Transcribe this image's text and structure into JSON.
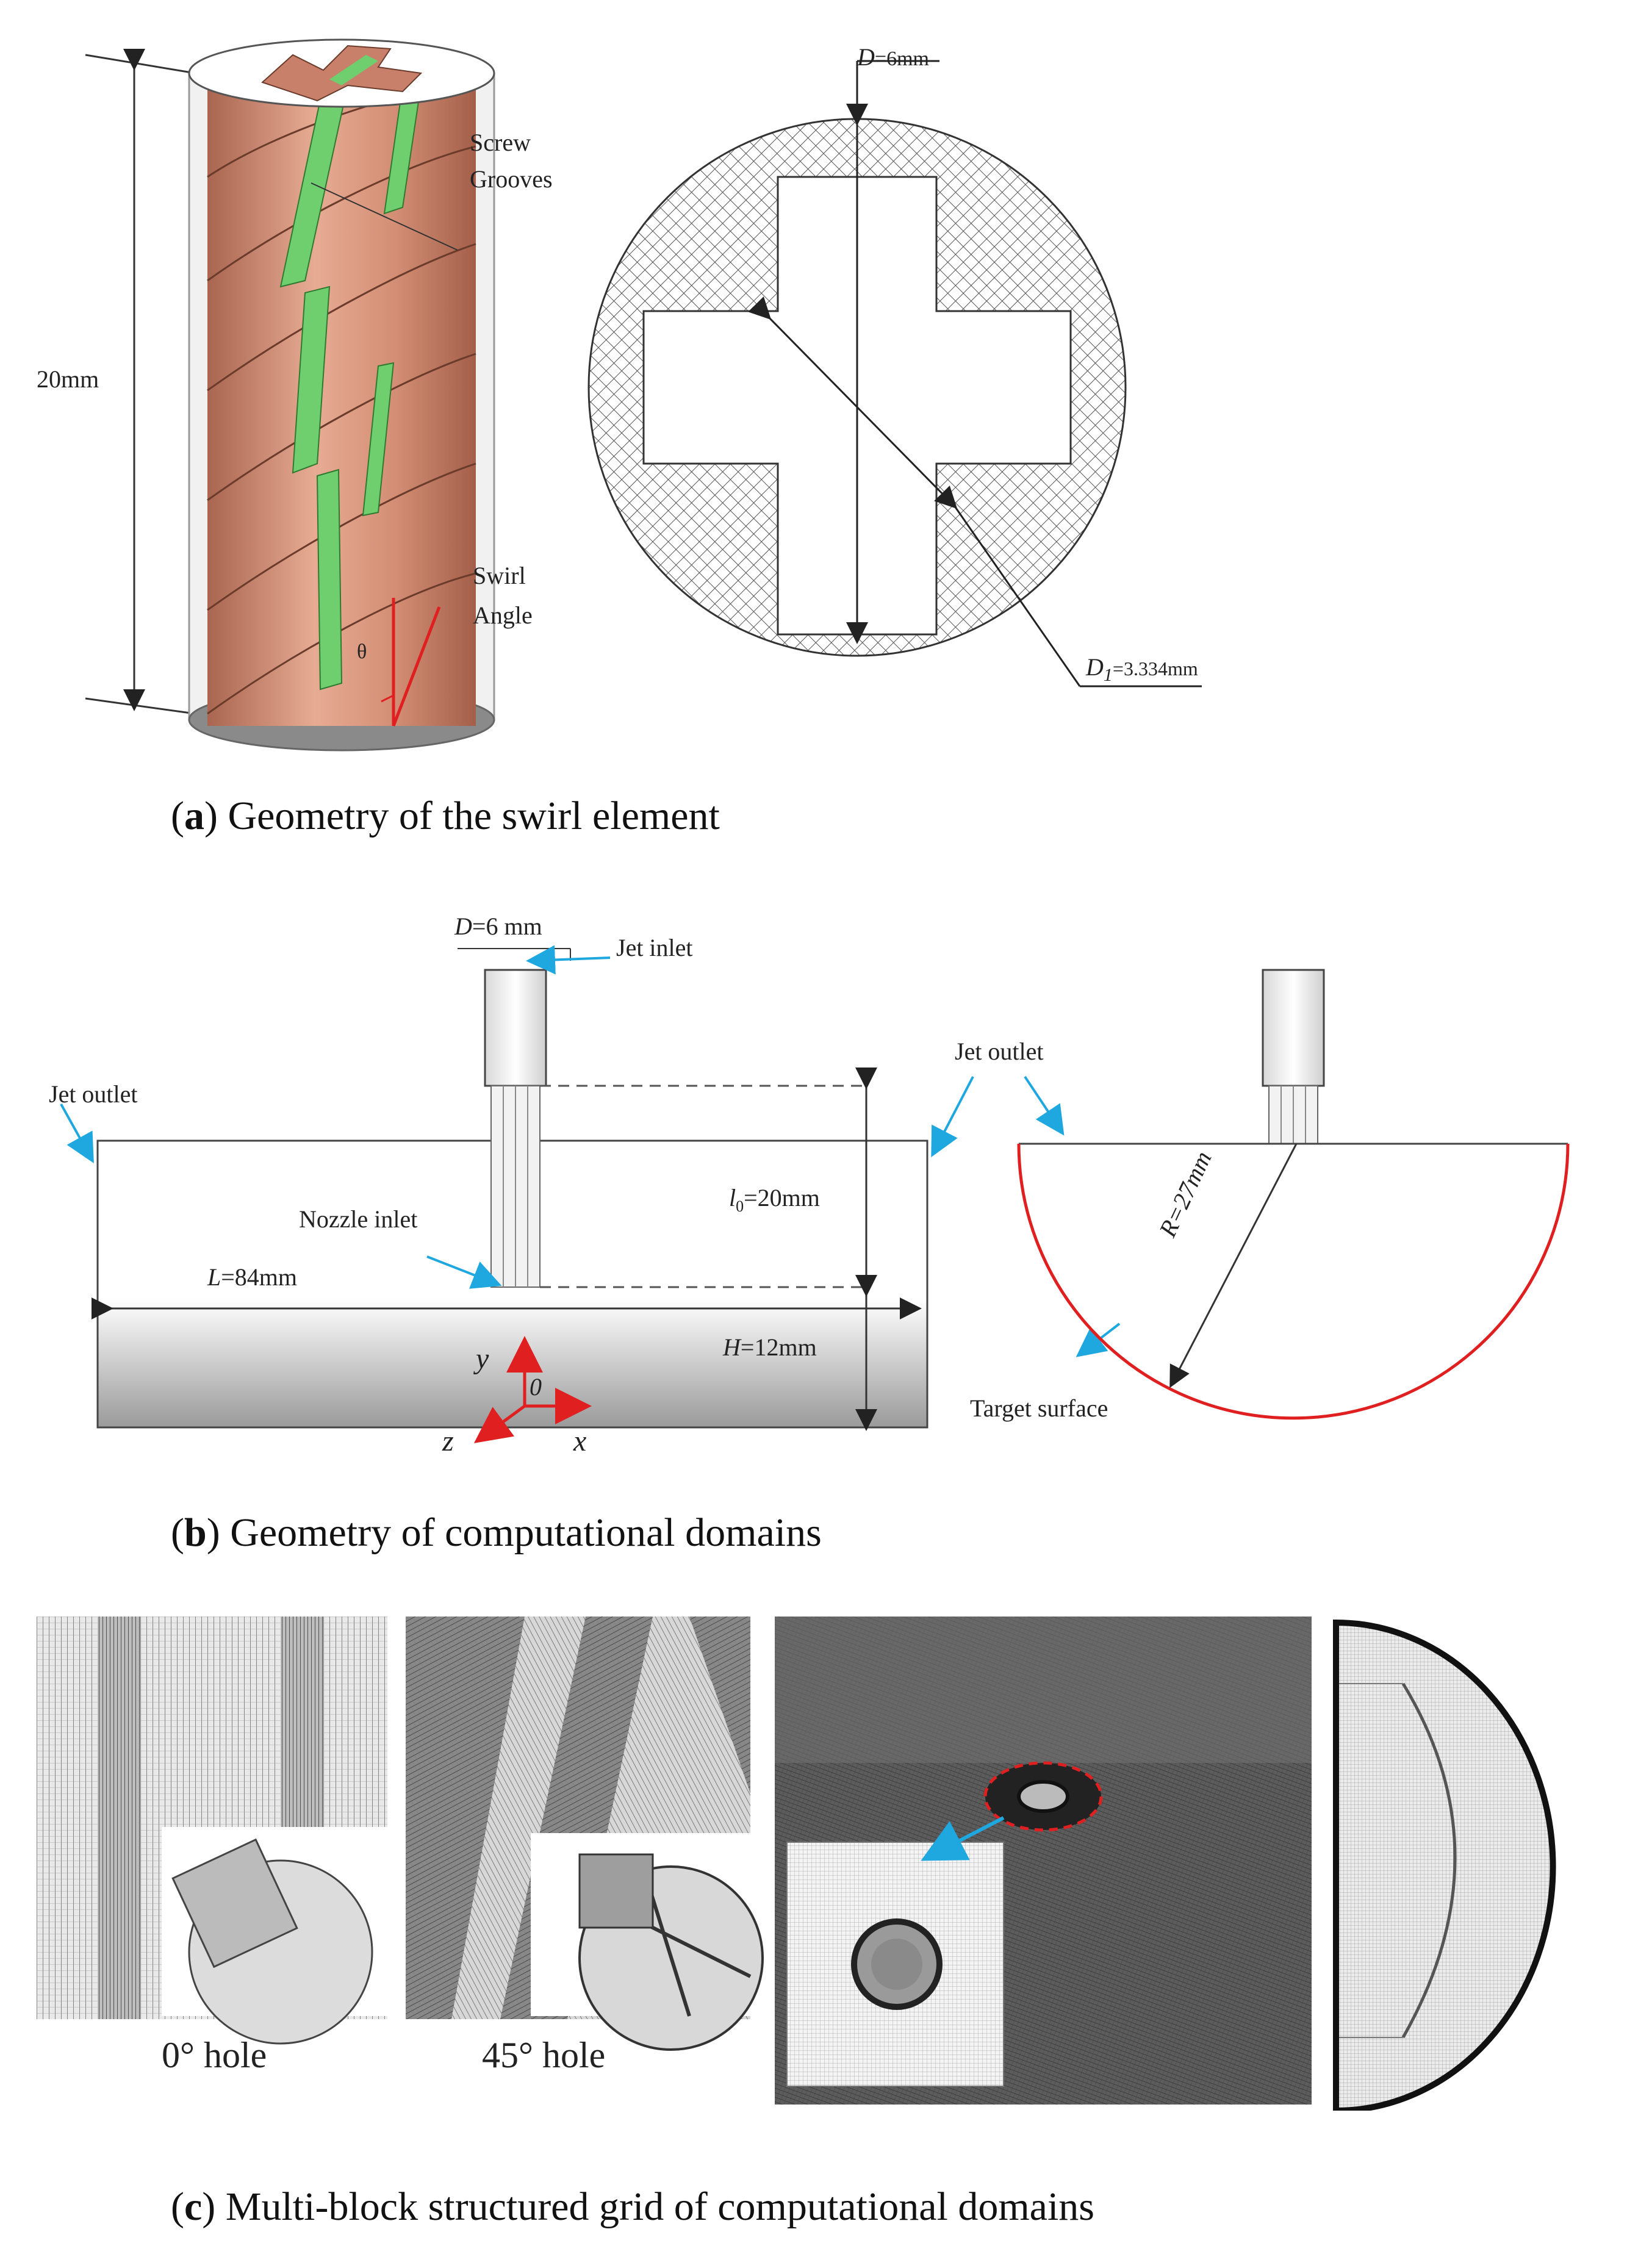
{
  "panel_a": {
    "caption_letter": "a",
    "caption_text": "Geometry of the swirl element",
    "height_label": "20mm",
    "screw_label_1": "Screw",
    "screw_label_2": "Grooves",
    "swirl_label_1": "Swirl",
    "swirl_label_2": "Angle",
    "theta_label": "θ",
    "d_label": "D",
    "d_value": "=6mm",
    "d1_label": "D",
    "d1_sub": "1",
    "d1_value": "=3.334mm"
  },
  "panel_b": {
    "caption_letter": "b",
    "caption_text": "Geometry of computational domains",
    "d_label": "D",
    "d_value": "=6 mm",
    "jet_inlet": "Jet inlet",
    "jet_outlet_left": "Jet outlet",
    "jet_outlet_right": "Jet outlet",
    "nozzle_inlet": "Nozzle inlet",
    "l_label": "L",
    "l_value": "=84mm",
    "l0_label": "l",
    "l0_sub": "0",
    "l0_value": "=20mm",
    "h_label": "H",
    "h_value": "=12mm",
    "axis_y": "y",
    "axis_x": "x",
    "axis_z": "z",
    "axis_o": "0",
    "r_label": "R=27mm",
    "target_surface": "Target surface"
  },
  "panel_c": {
    "caption_letter": "c",
    "caption_text": "Multi-block structured grid of computational domains",
    "hole0_label": "0° hole",
    "hole45_label": "45° hole"
  },
  "colors": {
    "groove_copper": "#d89a84",
    "groove_green": "#6fcf6f",
    "target_red": "#e02020",
    "arrow_blue": "#1fa7e0",
    "axis_red": "#e02020"
  }
}
